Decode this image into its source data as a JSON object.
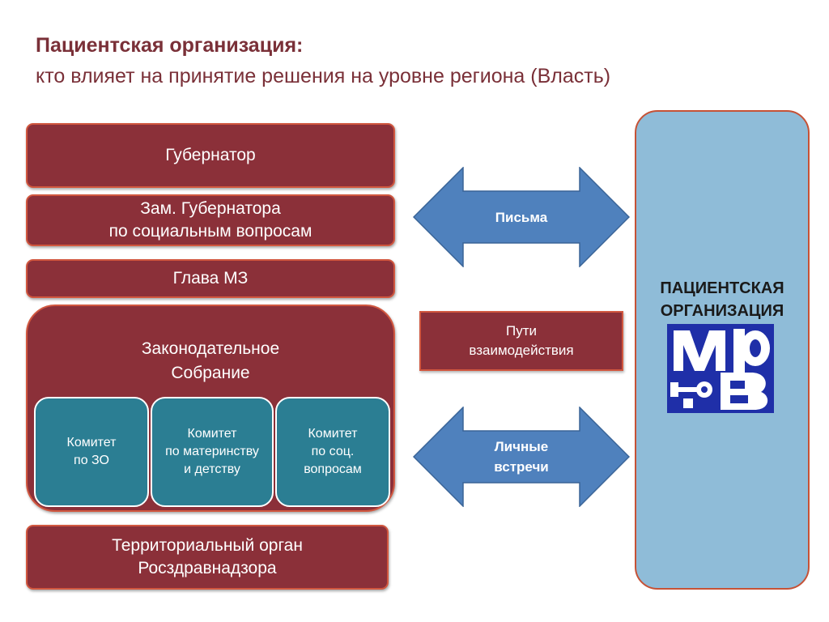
{
  "header": {
    "title": "Пациентская организация:",
    "subtitle": "кто влияет на принятие решения на уровне региона (Власть)"
  },
  "hierarchy": {
    "governor": "Губернатор",
    "deputy_governor": "Зам. Губернатора\nпо социальным вопросам",
    "health_ministry_head": "Глава МЗ",
    "legislative_assembly": {
      "label": "Законодательное\nСобрание",
      "committees": [
        "Комитет\nпо ЗО",
        "Комитет\nпо материнству\nи детству",
        "Комитет\nпо соц.\nвопросам"
      ]
    },
    "roszdravnadzor": "Территориальный орган\nРосздравнадзора"
  },
  "interaction": {
    "letters": "Письма",
    "ways_of_interaction": "Пути\nвзаимодействия",
    "personal_meetings": "Личные\nвстречи"
  },
  "patient_organization": {
    "label": "ПАЦИЕНТСКАЯ\nОРГАНИЗАЦИЯ",
    "logo_icon": "mfb-logo-icon"
  },
  "colors": {
    "box_fill": "#8b3039",
    "box_border": "#d1573f",
    "committee_fill": "#2b7e93",
    "arrow_fill": "#4f81bd",
    "patient_fill": "#8fbcd8",
    "logo_fill": "#1f2fa8"
  }
}
